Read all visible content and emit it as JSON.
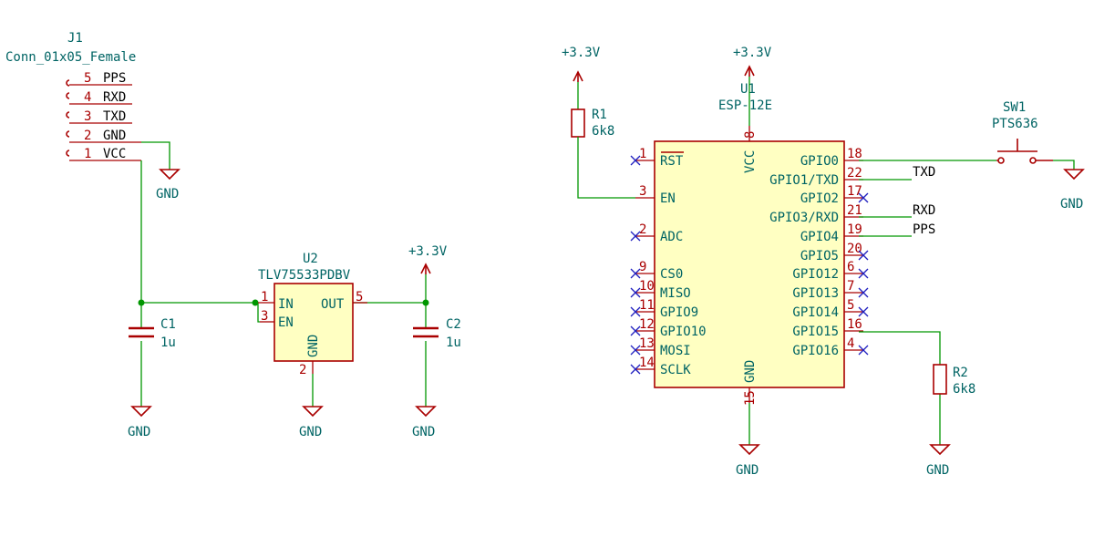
{
  "connector": {
    "ref": "J1",
    "value": "Conn_01x05_Female",
    "pins": [
      {
        "num": "5",
        "name": "PPS"
      },
      {
        "num": "4",
        "name": "RXD"
      },
      {
        "num": "3",
        "name": "TXD"
      },
      {
        "num": "2",
        "name": "GND"
      },
      {
        "num": "1",
        "name": "VCC"
      }
    ]
  },
  "regulator": {
    "ref": "U2",
    "value": "TLV75533PDBV",
    "pin_in": {
      "num": "1",
      "name": "IN"
    },
    "pin_en": {
      "num": "3",
      "name": "EN"
    },
    "pin_out": {
      "num": "5",
      "name": "OUT"
    },
    "pin_gnd": {
      "num": "2",
      "name": "GND"
    }
  },
  "c1": {
    "ref": "C1",
    "value": "1u"
  },
  "c2": {
    "ref": "C2",
    "value": "1u"
  },
  "r1": {
    "ref": "R1",
    "value": "6k8"
  },
  "r2": {
    "ref": "R2",
    "value": "6k8"
  },
  "module": {
    "ref": "U1",
    "value": "ESP-12E",
    "pin_vcc": {
      "num": "8",
      "name": "VCC"
    },
    "pin_gnd": {
      "num": "15",
      "name": "GND"
    },
    "left_pins": [
      {
        "num": "1",
        "name": "RST"
      },
      {
        "num": "3",
        "name": "EN"
      },
      {
        "num": "2",
        "name": "ADC"
      },
      {
        "num": "9",
        "name": "CS0"
      },
      {
        "num": "10",
        "name": "MISO"
      },
      {
        "num": "11",
        "name": "GPIO9"
      },
      {
        "num": "12",
        "name": "GPIO10"
      },
      {
        "num": "13",
        "name": "MOSI"
      },
      {
        "num": "14",
        "name": "SCLK"
      }
    ],
    "right_pins": [
      {
        "num": "18",
        "name": "GPIO0"
      },
      {
        "num": "22",
        "name": "GPIO1/TXD"
      },
      {
        "num": "17",
        "name": "GPIO2"
      },
      {
        "num": "21",
        "name": "GPIO3/RXD"
      },
      {
        "num": "19",
        "name": "GPIO4"
      },
      {
        "num": "20",
        "name": "GPIO5"
      },
      {
        "num": "6",
        "name": "GPIO12"
      },
      {
        "num": "7",
        "name": "GPIO13"
      },
      {
        "num": "5",
        "name": "GPIO14"
      },
      {
        "num": "16",
        "name": "GPIO15"
      },
      {
        "num": "4",
        "name": "GPIO16"
      }
    ]
  },
  "switch": {
    "ref": "SW1",
    "value": "PTS636"
  },
  "net_labels": {
    "txd": "TXD",
    "rxd": "RXD",
    "pps": "PPS"
  },
  "power": {
    "v33": "+3.3V",
    "gnd": "GND"
  }
}
